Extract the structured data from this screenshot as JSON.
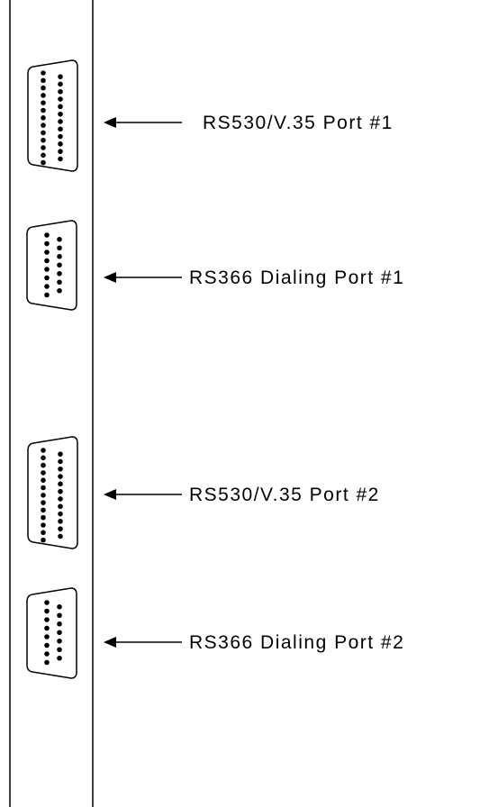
{
  "ports": [
    {
      "label": "RS530/V.35 Port #1",
      "connector": "db25"
    },
    {
      "label": "RS366 Dialing Port #1",
      "connector": "db15"
    },
    {
      "label": "RS530/V.35 Port #2",
      "connector": "db25"
    },
    {
      "label": "RS366 Dialing Port #2",
      "connector": "db15"
    }
  ],
  "colors": {
    "line": "#000000",
    "background": "#ffffff"
  }
}
